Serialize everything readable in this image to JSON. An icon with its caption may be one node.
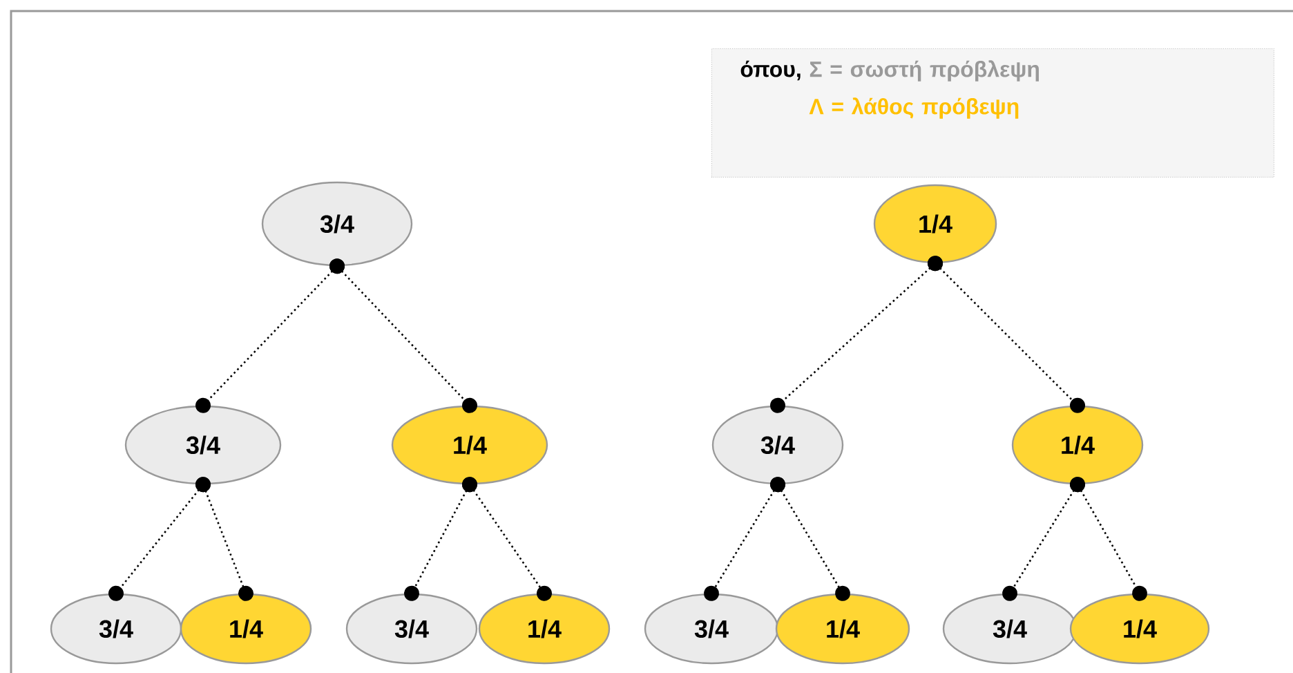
{
  "diagram": {
    "nodes": [
      {
        "text": [
          "όπου,",
          "Σ = σωστή πρόβλεψη",
          "Λ = λάθος πρόβεψη"
        ]
      },
      {
        "text": [
          "3/4"
        ]
      },
      {
        "text": [
          "3/4"
        ]
      },
      {
        "text": [
          "1/4"
        ]
      },
      {
        "text": [
          "3/4"
        ]
      },
      {
        "text": [
          "1/4"
        ]
      },
      {
        "text": [
          "3/4"
        ]
      },
      {
        "text": [
          "1/4"
        ]
      },
      {
        "text": [
          "1/4"
        ]
      },
      {
        "text": [
          "3/4"
        ]
      },
      {
        "text": [
          "1/4"
        ]
      },
      {
        "text": [
          "3/4"
        ]
      },
      {
        "text": [
          "1/4"
        ]
      },
      {
        "text": [
          "3/4"
        ]
      },
      {
        "text": [
          "1/4"
        ]
      }
    ],
    "edges": [
      {
        "from": 1,
        "to": 2,
        "arrow": "other"
      },
      {
        "from": 1,
        "to": 3,
        "arrow": "other"
      },
      {
        "from": 2,
        "to": 4,
        "arrow": "other"
      },
      {
        "from": 2,
        "to": 5,
        "arrow": "other"
      },
      {
        "from": 3,
        "to": 6,
        "arrow": "other"
      },
      {
        "from": 3,
        "to": 7,
        "arrow": "other"
      },
      {
        "from": 8,
        "to": 9,
        "arrow": "other"
      },
      {
        "from": 8,
        "to": 10,
        "arrow": "other"
      },
      {
        "from": 9,
        "to": 11,
        "arrow": "other"
      },
      {
        "from": 9,
        "to": 12,
        "arrow": "other"
      },
      {
        "from": 10,
        "to": 13,
        "arrow": "other"
      },
      {
        "from": 10,
        "to": 14,
        "arrow": "other"
      }
    ]
  }
}
